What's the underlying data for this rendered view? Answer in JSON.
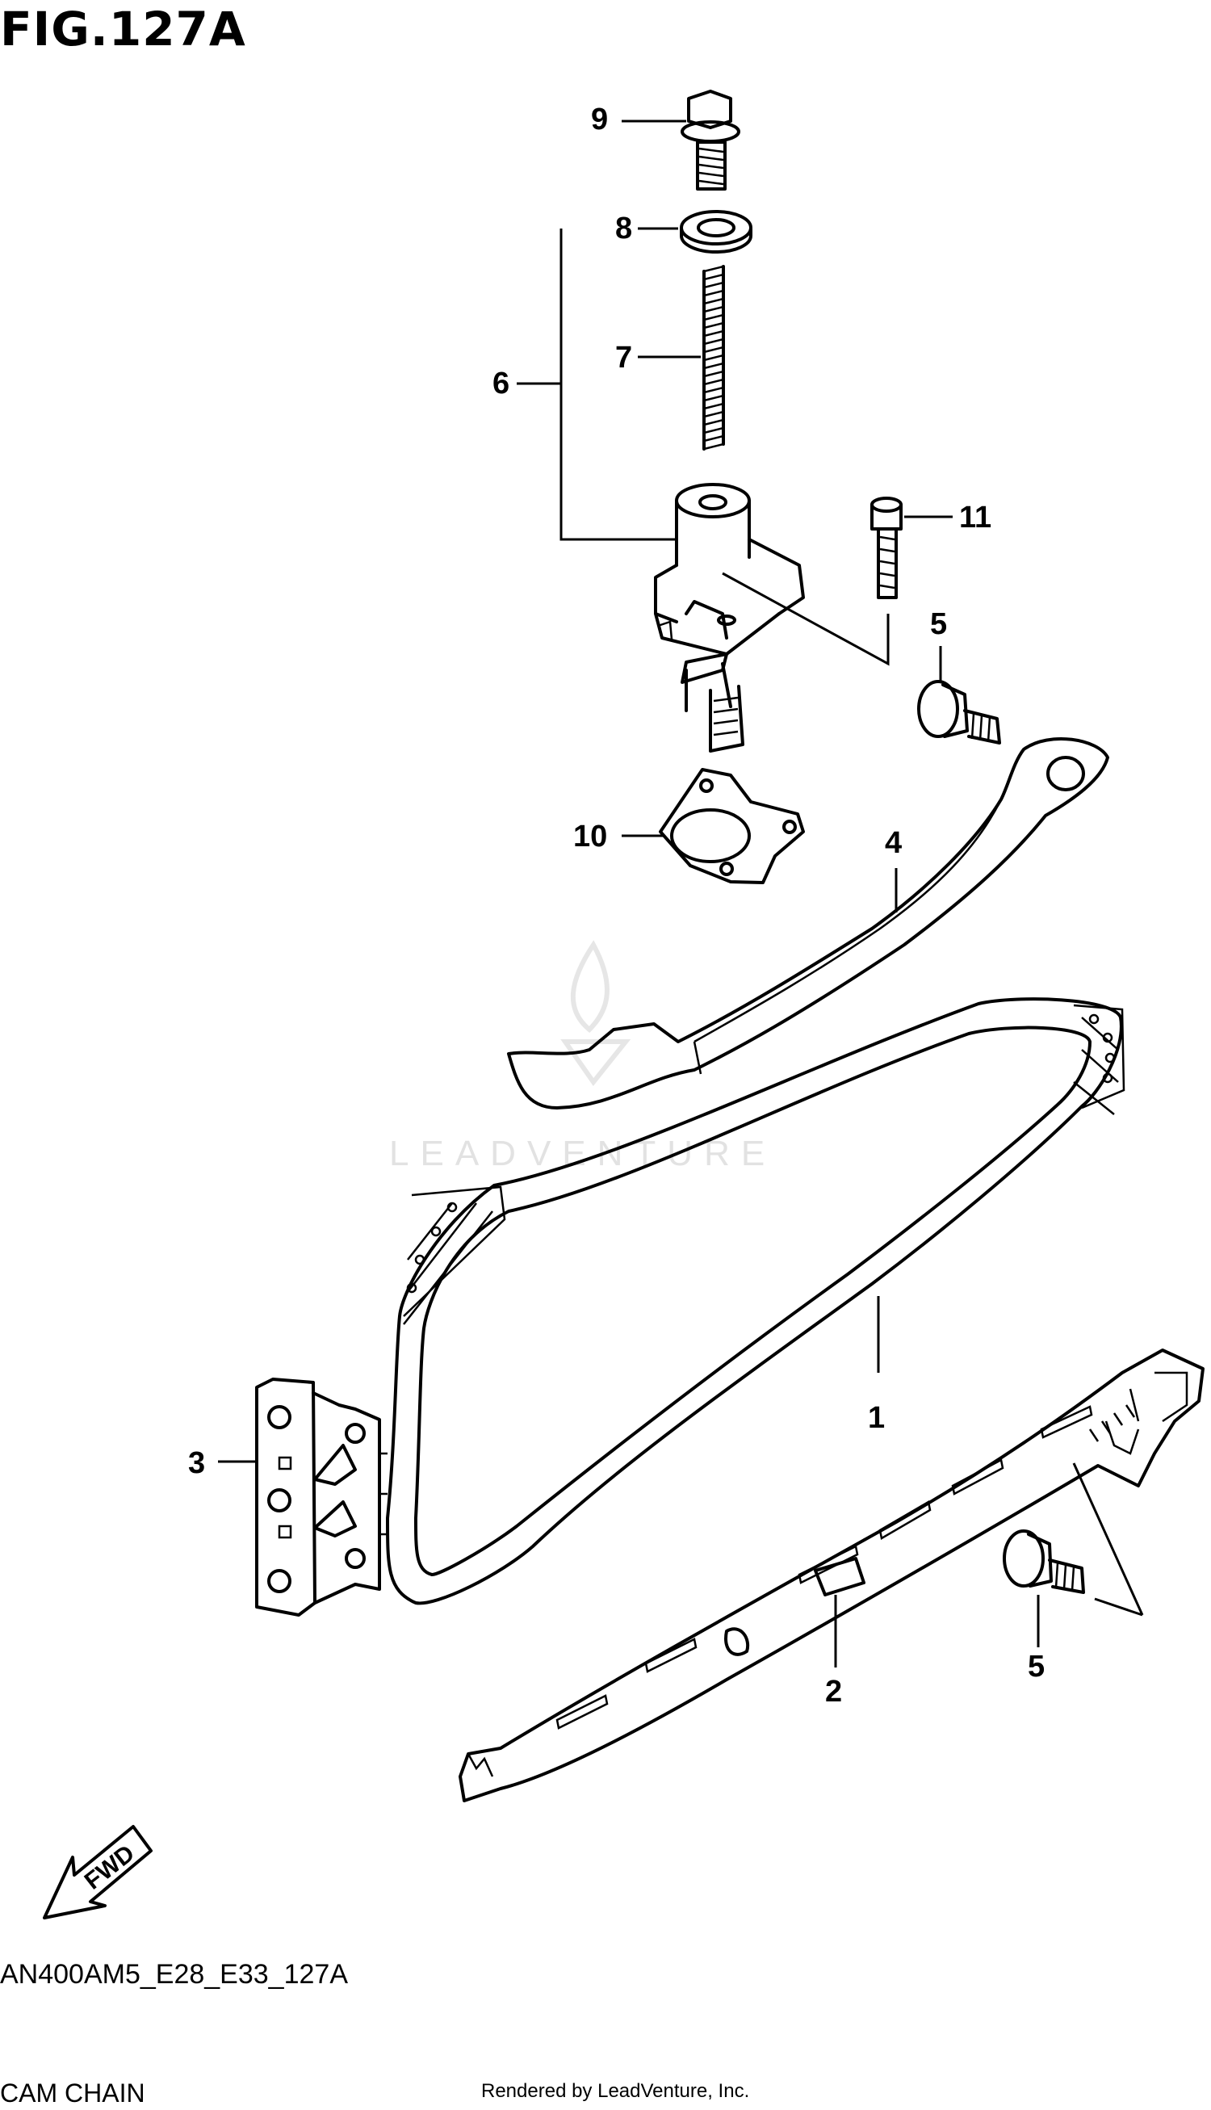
{
  "figure": {
    "title": "FIG.127A",
    "callouts": [
      "9",
      "8",
      "7",
      "6",
      "11",
      "5",
      "10",
      "4",
      "1",
      "3",
      "2",
      "5"
    ],
    "watermark": "LEADVENTURE",
    "fwd_label": "FWD",
    "code": "AN400AM5_E28_E33_127A",
    "name": "CAM CHAIN",
    "rendered_by": "Rendered by LeadVenture, Inc."
  }
}
